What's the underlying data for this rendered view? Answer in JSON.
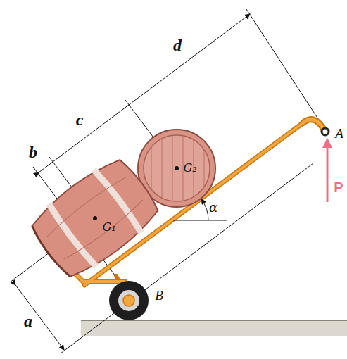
{
  "diagram": {
    "labels": [
      "d",
      "c",
      "b",
      "a",
      "G₂",
      "G₁",
      "α",
      "A",
      "B",
      "P"
    ]
  }
}
